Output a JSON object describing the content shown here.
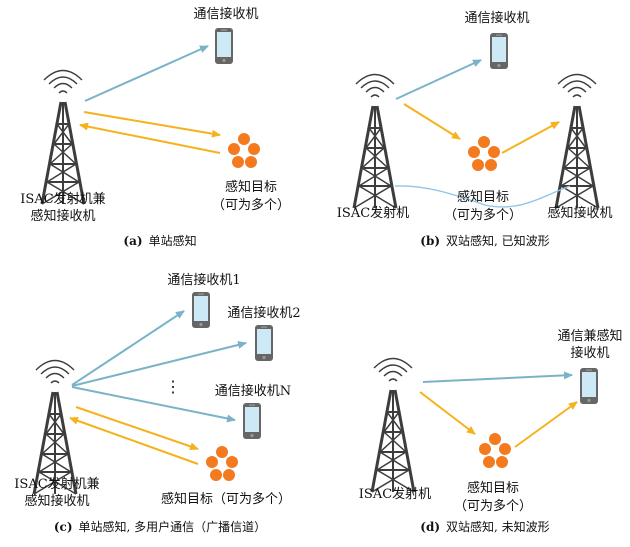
{
  "colors": {
    "link_blue": "#7ab3c8",
    "sense_orange": "#f5b21c",
    "target_orange": "#f47a1f",
    "tower_gray": "#3d3d3d",
    "phone_screen": "#cce9f5",
    "phone_body": "#666666",
    "wave_blue": "#8ec5e2"
  },
  "icons": {
    "tower": "radio-tower-icon",
    "phone": "mobile-phone-icon",
    "target": "sensing-target-cluster-icon",
    "waves": "radio-waves-icon"
  },
  "panel_a": {
    "receiver_label": "通信接收机",
    "tx_label_line1": "ISAC发射机兼",
    "tx_label_line2": "感知接收机",
    "target_label_line1": "感知目标",
    "target_label_line2": "（可为多个）",
    "caption_tag": "(a)",
    "caption_text": "单站感知"
  },
  "panel_b": {
    "receiver_label": "通信接收机",
    "tx_label": "ISAC发射机",
    "target_label_line1": "感知目标",
    "target_label_line2": "（可为多个）",
    "rx_label": "感知接收机",
    "caption_tag": "(b)",
    "caption_text": "双站感知, 已知波形"
  },
  "panel_c": {
    "receiver1_label": "通信接收机1",
    "receiver2_label": "通信接收机2",
    "receiverN_label": "通信接收机N",
    "ellipsis": "⋮",
    "tx_label_line1": "ISAC发射机兼",
    "tx_label_line2": "感知接收机",
    "target_label": "感知目标（可为多个）",
    "caption_tag": "(c)",
    "caption_text": "单站感知, 多用户通信（广播信道）"
  },
  "panel_d": {
    "receiver_label_line1": "通信兼感知",
    "receiver_label_line2": "接收机",
    "tx_label": "ISAC发射机",
    "target_label_line1": "感知目标",
    "target_label_line2": "（可为多个）",
    "caption_tag": "(d)",
    "caption_text": "双站感知, 未知波形"
  }
}
